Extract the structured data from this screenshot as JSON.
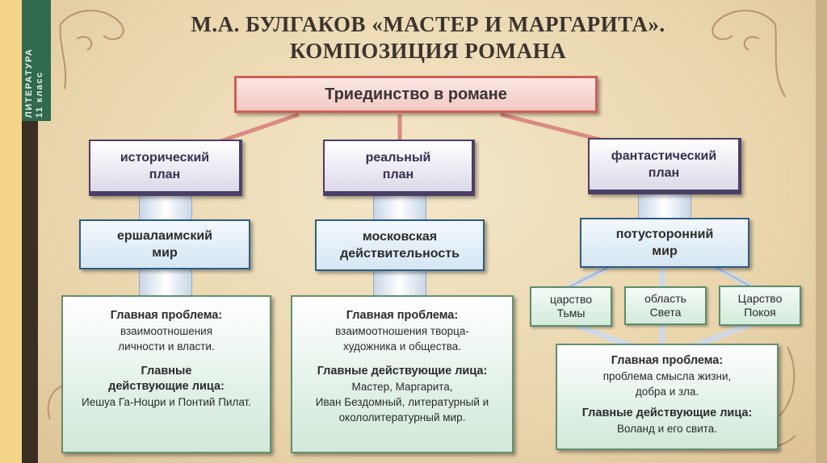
{
  "side_label": {
    "subject": "ЛИТЕРАТУРА",
    "grade": "11 класс"
  },
  "title": {
    "line1": "М.А. БУЛГАКОВ «МАСТЕР И МАРГАРИТА».",
    "line2": "КОМПОЗИЦИЯ РОМАНА"
  },
  "root": {
    "label": "Триединство в романе"
  },
  "plans": [
    {
      "line1": "исторический",
      "line2": "план"
    },
    {
      "line1": "реальный",
      "line2": "план"
    },
    {
      "line1": "фантастический",
      "line2": "план"
    }
  ],
  "worlds": [
    {
      "line1": "ершалаимский",
      "line2": "мир"
    },
    {
      "line1": "московская",
      "line2": "действительность"
    },
    {
      "line1": "потусторонний",
      "line2": "мир"
    }
  ],
  "realms": [
    {
      "line1": "царство",
      "line2": "Тьмы"
    },
    {
      "line1": "область",
      "line2": "Света"
    },
    {
      "line1": "Царство",
      "line2": "Покоя"
    }
  ],
  "info": [
    {
      "problem_label": "Главная проблема:",
      "problem_lines": [
        "взаимоотношения",
        "личности и власти."
      ],
      "characters_label_lines": [
        "Главные",
        "действующие лица:"
      ],
      "characters_lines": [
        "Иешуа Га-Ноцри и Понтий Пилат."
      ]
    },
    {
      "problem_label": "Главная проблема:",
      "problem_lines": [
        "взаимоотношения творца-",
        "художника и общества."
      ],
      "characters_label_lines": [
        "Главные действующие лица:"
      ],
      "characters_lines": [
        "Мастер, Маргарита,",
        "Иван Бездомный, литературный и",
        "окололитературный мир."
      ]
    },
    {
      "problem_label": "Главная проблема:",
      "problem_lines": [
        "проблема смысла жизни,",
        "добра и зла."
      ],
      "characters_label_lines": [
        "Главные действующие лица:"
      ],
      "characters_lines": [
        "Воланд и его свита."
      ]
    }
  ],
  "colors": {
    "background": "#ead6ad",
    "root_border": "#cf5f56",
    "plan_border": "#4a3f66",
    "world_border": "#2c5d88",
    "info_border": "#628f72",
    "side_band": "#2f6a4d"
  }
}
